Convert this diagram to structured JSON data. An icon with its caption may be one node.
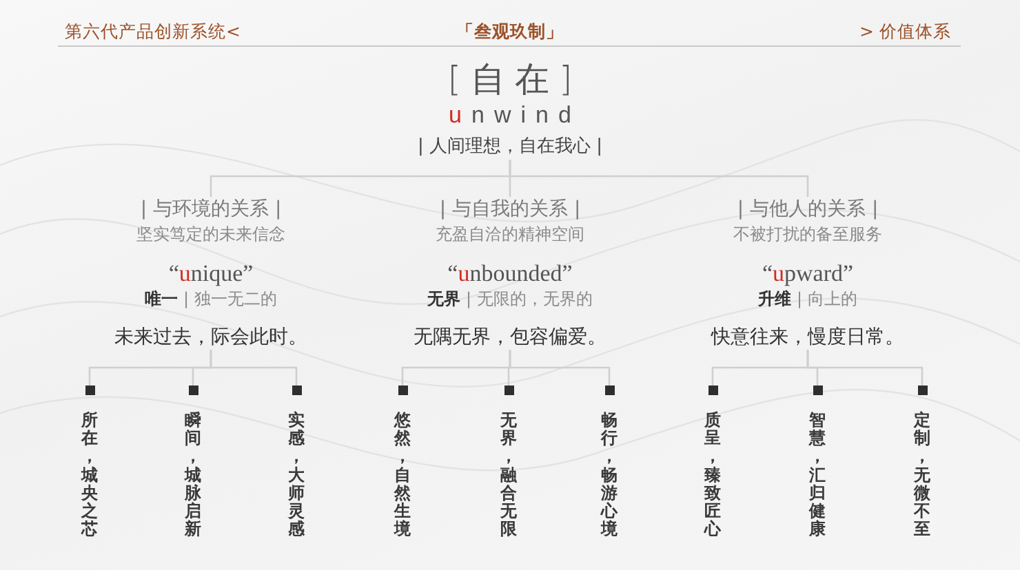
{
  "diagram": {
    "nodes": [
      {
        "text": [
          "[自在]",
          "unwind",
          "| 人间理想，自在我心 |"
        ]
      },
      {
        "text": [
          "| 与环境的关系 |",
          "坚实笃定的未来信念",
          "“unique”",
          "**唯一** | 独一无二的",
          "未来过去，际会此时。"
        ]
      },
      {
        "text": [
          "| 与自我的关系 |",
          "充盈自洽的精神空间",
          "“unbounded”",
          "**无界** | 无限的，无界的",
          "无隅无界，包容偏爱。"
        ]
      },
      {
        "text": [
          "| 与他人的关系 |",
          "不被打扰的备至服务",
          "“upward”",
          "**升维** | 向上的",
          "快意往来，慢度日常。"
        ]
      },
      {
        "text": [
          "所在，城央之芯"
        ]
      },
      {
        "text": [
          "瞬间，城脉启新"
        ]
      },
      {
        "text": [
          "实感，大师灵感"
        ]
      },
      {
        "text": [
          "悠然，自然生境"
        ]
      },
      {
        "text": [
          "无界，融合无限"
        ]
      },
      {
        "text": [
          "畅行，畅游心境"
        ]
      },
      {
        "text": [
          "质呈，臻致匠心"
        ]
      },
      {
        "text": [
          "智慧，汇归健康"
        ]
      },
      {
        "text": [
          "定制，无微不至"
        ]
      }
    ],
    "edges": [
      {
        "from": 0,
        "to": 1,
        "arrow": "none"
      },
      {
        "from": 0,
        "to": 2,
        "arrow": "none"
      },
      {
        "from": 0,
        "to": 3,
        "arrow": "none"
      },
      {
        "from": 1,
        "to": 4,
        "arrow": "none"
      },
      {
        "from": 1,
        "to": 5,
        "arrow": "none"
      },
      {
        "from": 1,
        "to": 6,
        "arrow": "none"
      },
      {
        "from": 2,
        "to": 7,
        "arrow": "none"
      },
      {
        "from": 2,
        "to": 8,
        "arrow": "none"
      },
      {
        "from": 2,
        "to": 9,
        "arrow": "none"
      },
      {
        "from": 3,
        "to": 10,
        "arrow": "none"
      },
      {
        "from": 3,
        "to": 11,
        "arrow": "none"
      },
      {
        "from": 3,
        "to": 12,
        "arrow": "none"
      }
    ],
    "labels": [
      "第六代产品创新系统<",
      "「叁观玖制」",
      "> 价值体系"
    ]
  }
}
